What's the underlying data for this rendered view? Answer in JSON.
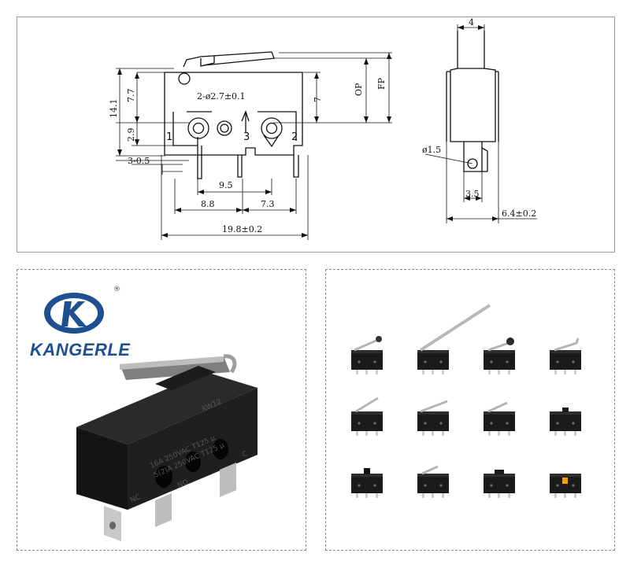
{
  "drawing": {
    "pin_1": "1",
    "pin_2": "2",
    "pin_3": "3",
    "hole_spec": "2-ø2.7±0.1",
    "dim_14_1": "14.1",
    "dim_7_7": "7.7",
    "dim_2_9": "2.9",
    "dim_3_0_5": "3-0.5",
    "dim_9_5": "9.5",
    "dim_8_8": "8.8",
    "dim_7_3": "7.3",
    "dim_19_8": "19.8±0.2",
    "dim_7": "7",
    "dim_op": "OP",
    "dim_fp": "FP",
    "dim_4": "4",
    "dim_1_5": "ø1.5",
    "dim_3_5": "3.5",
    "dim_6_4": "6.4±0.2"
  },
  "brand": {
    "name": "KANGERLE",
    "registered": "®",
    "color": "#1d4f91"
  },
  "product": {
    "model": "KW12",
    "rating_line_1": "16A 250VAC T125 μ",
    "rating_line_2": "5(2)A 250VAC T125 μ",
    "terminal_nc": "NC",
    "terminal_no": "NO",
    "terminal_c": "C"
  },
  "variants": {
    "count": 12,
    "types": [
      "short-roller-lever",
      "long-straight-lever",
      "roller-lever",
      "simulated-roller-lever",
      "short-hinge-lever",
      "medium-hinge-lever",
      "short-straight-lever",
      "bare-plunger",
      "pin-plunger",
      "pcb-terminal",
      "pcb-terminal-plunger",
      "orange-button"
    ]
  }
}
